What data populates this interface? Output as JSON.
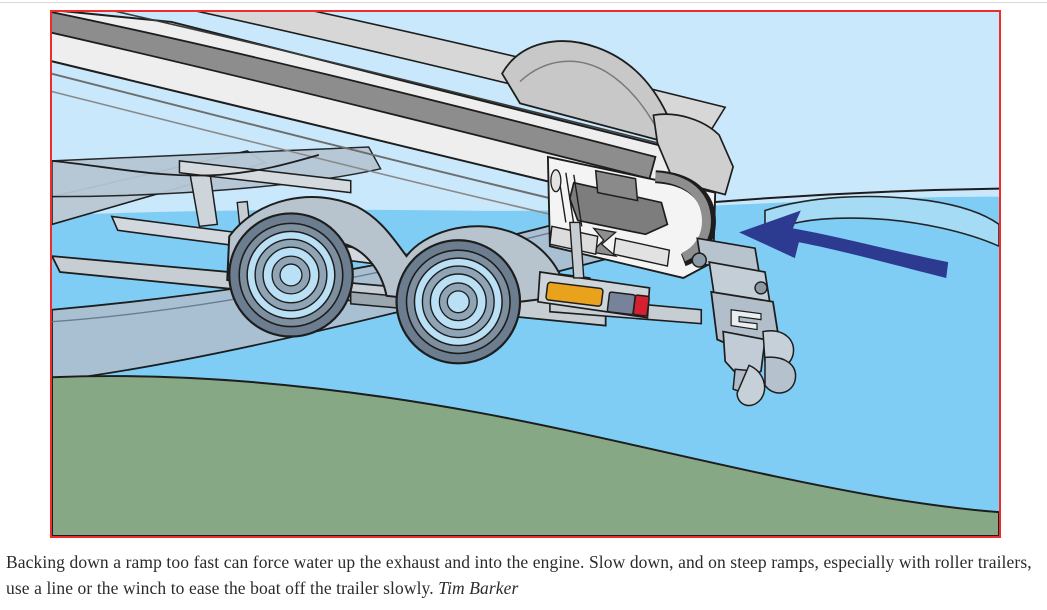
{
  "page": {
    "background_color": "#ffffff",
    "top_rule_color": "#d8d8d8"
  },
  "figure": {
    "border_color": "#ef2b2b",
    "alt_title": "Boat on a trailer being backed down a launch ramp into the water",
    "palette": {
      "sky": "#c9e8fb",
      "water": "#7fcdf5",
      "water_shadow": "#a7d4ea",
      "shore_green": "#87a884",
      "ramp_gray": "#a9c0d2",
      "ramp_gray_dark": "#97b0c4",
      "hull_white": "#eeeeee",
      "hull_shade": "#d9d9d9",
      "gunwale_gray": "#8d8d8d",
      "trailer_gray": "#c6cdd3",
      "tire_dark": "#6b7d8e",
      "rim_light": "#b9e0f4",
      "engine_gray": "#7d7d7d",
      "arrow_navy": "#2c3a90",
      "taillight_amber": "#e8a21b",
      "taillight_red": "#d42030",
      "outline": "#1d1d1d"
    },
    "elements": [
      {
        "name": "sky",
        "label": "Sky"
      },
      {
        "name": "water",
        "label": "Water"
      },
      {
        "name": "shoreline",
        "label": "Grassy shoreline"
      },
      {
        "name": "launch-ramp",
        "label": "Concrete launch ramp"
      },
      {
        "name": "boat-hull",
        "label": "Boat hull"
      },
      {
        "name": "boat-deck",
        "label": "Boat deck and windshield"
      },
      {
        "name": "trailer-frame",
        "label": "Trailer frame"
      },
      {
        "name": "trailer-wheel-front",
        "label": "Front trailer wheel"
      },
      {
        "name": "trailer-wheel-rear",
        "label": "Rear trailer wheel"
      },
      {
        "name": "trailer-fender",
        "label": "Trailer fender"
      },
      {
        "name": "taillight-amber",
        "label": "Amber marker light"
      },
      {
        "name": "taillight-red",
        "label": "Red tail light"
      },
      {
        "name": "stern-drive",
        "label": "Stern drive outdrive"
      },
      {
        "name": "propeller",
        "label": "Propeller"
      },
      {
        "name": "engine-block",
        "label": "Engine block"
      },
      {
        "name": "exhaust-hose",
        "label": "Exhaust hose"
      },
      {
        "name": "water-flow-arrow",
        "label": "Water forced up the exhaust"
      }
    ]
  },
  "caption": {
    "text": "Backing down a ramp too fast can force water up the exhaust and into the engine. Slow down, and on steep ramps, especially with roller trailers, use a line or the winch to ease the boat off the trailer slowly.",
    "credit": "Tim Barker"
  }
}
